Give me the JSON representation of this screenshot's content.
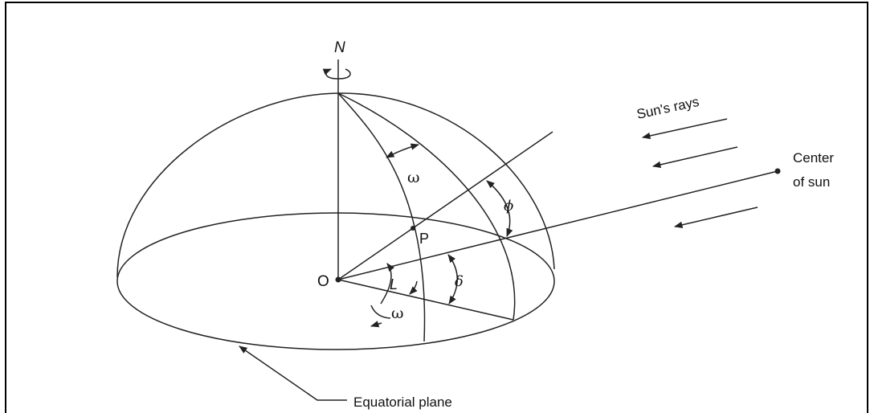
{
  "labels": {
    "north": "N",
    "origin": "O",
    "point": "P",
    "latitude": "L",
    "hour_angle_top": "ω",
    "hour_angle_bottom": "ω",
    "zenith_angle": "ϕ",
    "declination": "δ",
    "suns_rays": "Sun's rays",
    "center_of_sun_line1": "Center",
    "center_of_sun_line2": "of sun",
    "equatorial_plane": "Equatorial plane"
  },
  "colors": {
    "stroke": "#222222",
    "background": "#ffffff",
    "border": "#000000"
  }
}
